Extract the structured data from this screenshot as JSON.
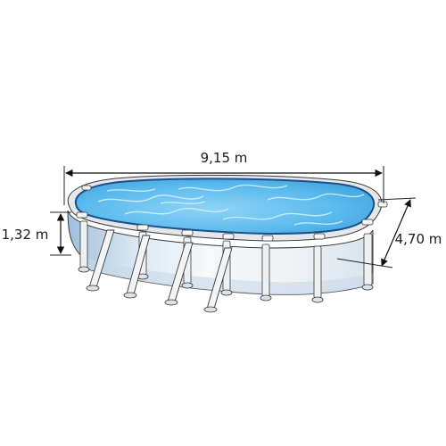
{
  "dimensions": {
    "length": "9,15 m",
    "height": "1,32 m",
    "width": "4,70 m"
  },
  "colors": {
    "water": "#58b8ec",
    "water_light": "#bfe6fb",
    "wall": "#f4f6f8",
    "wall_blue": "#a9c4dc",
    "frame": "#dfe3e8",
    "outline": "#3a3a3a",
    "coping": "#1f4f8a"
  }
}
